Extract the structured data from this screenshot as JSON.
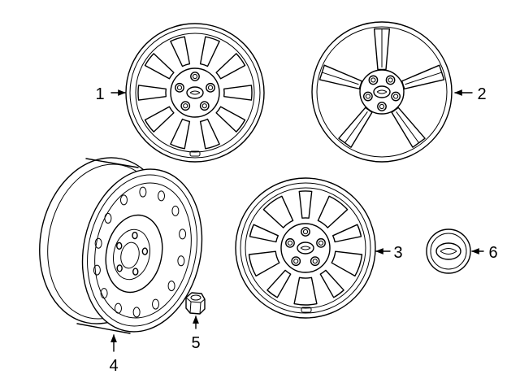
{
  "callouts": {
    "c1": "1",
    "c2": "2",
    "c3": "3",
    "c4": "4",
    "c5": "5",
    "c6": "6"
  },
  "parts": [
    {
      "callout": "1",
      "kind": "alloy-wheel-10-spoke"
    },
    {
      "callout": "2",
      "kind": "alloy-wheel-5-split-spoke"
    },
    {
      "callout": "3",
      "kind": "alloy-wheel-5-double-spoke"
    },
    {
      "callout": "4",
      "kind": "steel-wheel"
    },
    {
      "callout": "5",
      "kind": "lug-nut"
    },
    {
      "callout": "6",
      "kind": "center-cap"
    }
  ],
  "colors": {
    "line": "#000000",
    "background": "#ffffff"
  }
}
